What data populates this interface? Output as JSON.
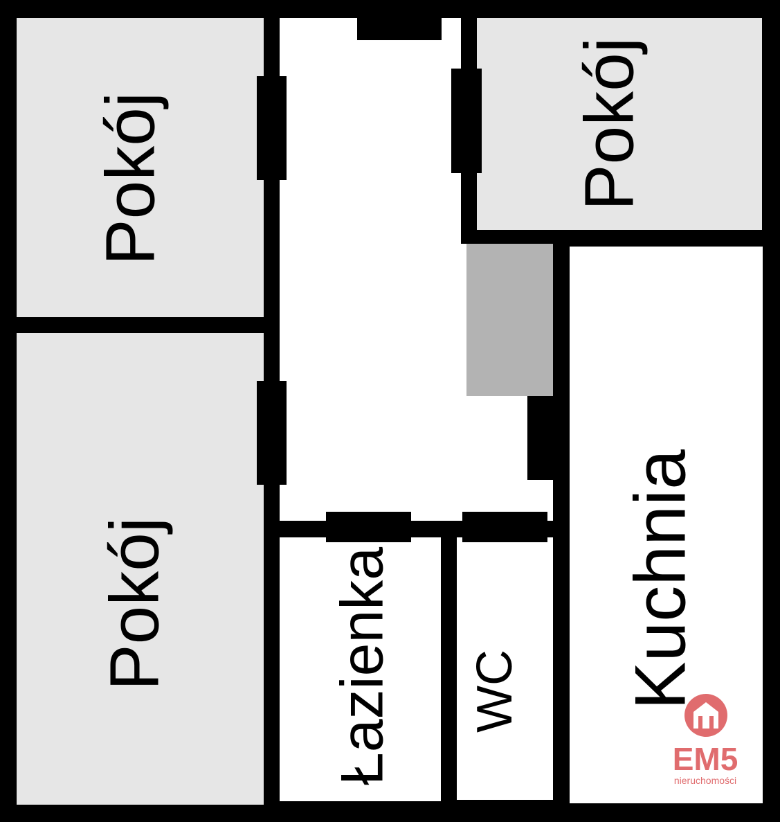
{
  "rooms": {
    "room_top_left": "Pokój",
    "room_top_right": "Pokój",
    "room_bottom_left": "Pokój",
    "bathroom": "Łazienka",
    "wc": "WC",
    "kitchen": "Kuchnia"
  },
  "logo": {
    "name": "EM5",
    "tagline": "nieruchomości"
  },
  "colors": {
    "wall": "#000000",
    "room_fill": "#e6e6e6",
    "hall_fill": "#ffffff",
    "closet_fill": "#b3b3b3",
    "logo": "#e06c6e"
  }
}
